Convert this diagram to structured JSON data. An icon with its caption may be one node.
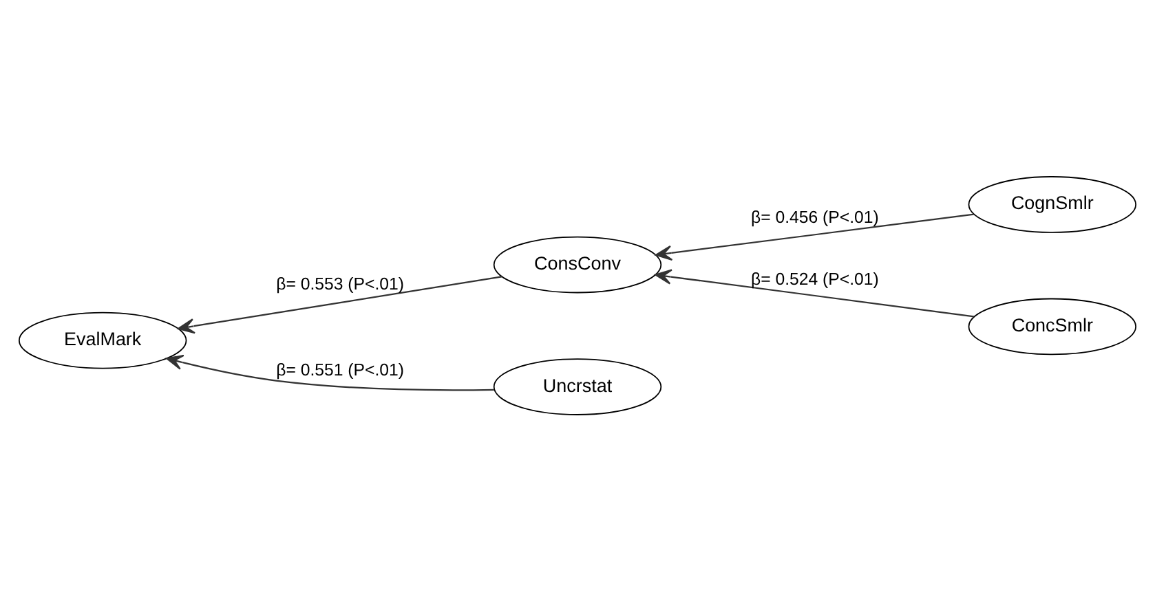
{
  "diagram": {
    "nodes": [
      {
        "text": [
          "CognSmlr"
        ]
      },
      {
        "text": [
          "EvalMark"
        ]
      },
      {
        "text": [
          "ConsConv"
        ]
      },
      {
        "text": [
          "ConcSmlr"
        ]
      },
      {
        "text": [
          "Uncrstat"
        ]
      }
    ],
    "edges": [
      {
        "from": 0,
        "to": 2,
        "arrow": "to",
        "label": "β= 0.456 (P<.01)"
      },
      {
        "from": 3,
        "to": 2,
        "arrow": "to",
        "label": "β= 0.524 (P<.01)"
      },
      {
        "from": 2,
        "to": 1,
        "arrow": "to",
        "label": "β= 0.553 (P<.01)"
      },
      {
        "from": 4,
        "to": 1,
        "arrow": "to",
        "label": "β= 0.551 (P<.01)"
      }
    ]
  }
}
